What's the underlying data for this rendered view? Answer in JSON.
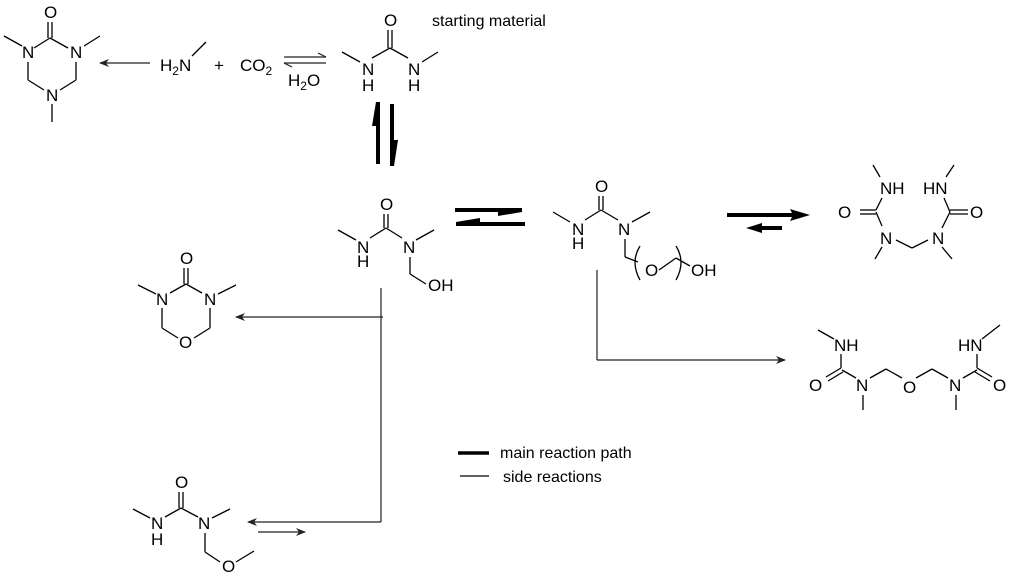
{
  "diagram": {
    "title_label": "starting material",
    "legend": {
      "main_label": "main reaction path",
      "side_label": "side reactions"
    },
    "reagents": {
      "amine": "H2N",
      "plus": "+",
      "co2": "CO2",
      "water": "H2O"
    },
    "atoms": {
      "O": "O",
      "N": "N",
      "H": "H",
      "NH": "NH",
      "HN": "HN",
      "OH": "OH"
    },
    "molecules": [
      {
        "id": "trimethyl-triazinanone",
        "role": "side product",
        "description": "1,3,5-trimethyl-1,3,5-triazinan-2-one"
      },
      {
        "id": "dimethylurea",
        "role": "starting material",
        "description": "N,N'-dimethylurea"
      },
      {
        "id": "hydroxymethyl-dimethylurea",
        "role": "intermediate",
        "description": "N-hydroxymethyl-N,N'-dimethylurea"
      },
      {
        "id": "polyoxymethylene-dimethylurea",
        "role": "intermediate",
        "description": "N-(polyoxymethylene)-N,N'-dimethylurea"
      },
      {
        "id": "methylene-bis-dimethylurea",
        "role": "main product",
        "description": "methylene-bridged bis(dimethylurea)"
      },
      {
        "id": "oxadiazinanone",
        "role": "side product",
        "description": "3,5-dimethyl-1,3,5-oxadiazinan-4-one"
      },
      {
        "id": "ether-bridged-bis-dimethylurea",
        "role": "side product",
        "description": "oxybis(methylene)-bridged bis(dimethylurea)"
      },
      {
        "id": "methoxymethyl-dimethylurea",
        "role": "side product",
        "description": "N-methoxymethyl-N,N'-dimethylurea"
      }
    ]
  }
}
